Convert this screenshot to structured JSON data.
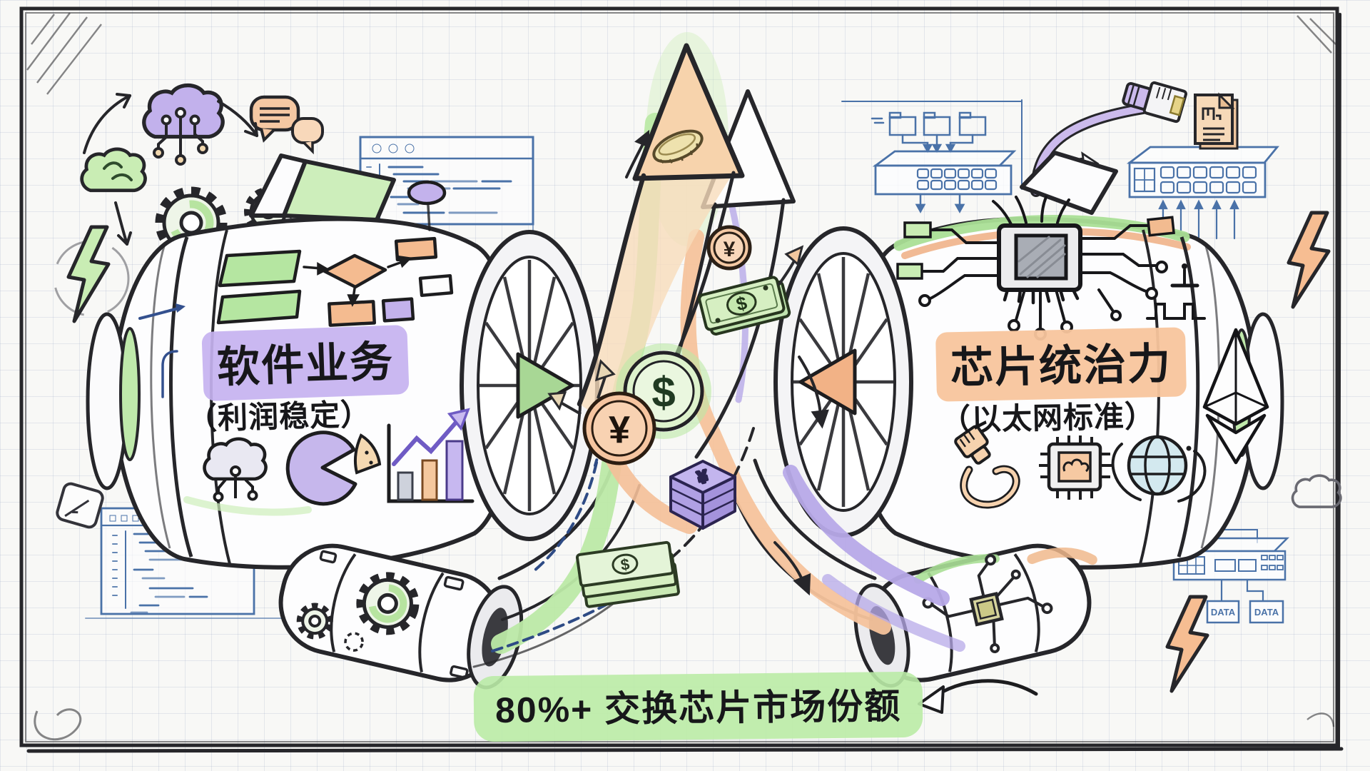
{
  "scene": {
    "paper_color": "#f8f8f6",
    "grid_color": "#d7dbe6",
    "ink_color": "#26262a",
    "blueprint_blue": "#4a72a8"
  },
  "left_engine": {
    "title": "软件业务",
    "subtitle": "（利润稳定）",
    "highlight_color": "#c6b2f0",
    "icons": [
      "cloud-circuit-icon",
      "pie-chart-icon",
      "bar-chart-icon"
    ],
    "doodles": [
      "flowchart-shapes",
      "gears",
      "code-window-blueprint",
      "code-cloud",
      "circuit-cloud",
      "chat-bubbles",
      "green-lightning",
      "dice"
    ]
  },
  "right_engine": {
    "title": "芯片统治力",
    "subtitle": "（以太网标准）",
    "highlight_color": "#f8c59d",
    "icons": [
      "ethernet-cable-icon",
      "cpu-chip-icon",
      "globe-icon"
    ],
    "doodles": [
      "cpu-circuit-board",
      "ethereum-logo",
      "network-switch-blueprint",
      "ethernet-cable",
      "document",
      "orange-lightning",
      "cloud-doodle"
    ]
  },
  "footer": {
    "stat": "80%+ 交换芯片市场份额",
    "highlight_color": "#baeba6"
  },
  "center": {
    "symbols": {
      "dollar": "$",
      "yen": "¥"
    },
    "icons": [
      "up-arrow",
      "gold-coin",
      "yen-coin",
      "dollar-banknote",
      "dollar-coin",
      "money-stack",
      "bill-stack"
    ],
    "ribbon_colors": {
      "green": "#bce9a7",
      "orange": "#f5c39c",
      "purple": "#b7a9e8"
    }
  },
  "blueprints": {
    "data_label_1": "DATA",
    "data_label_2": "DATA"
  }
}
